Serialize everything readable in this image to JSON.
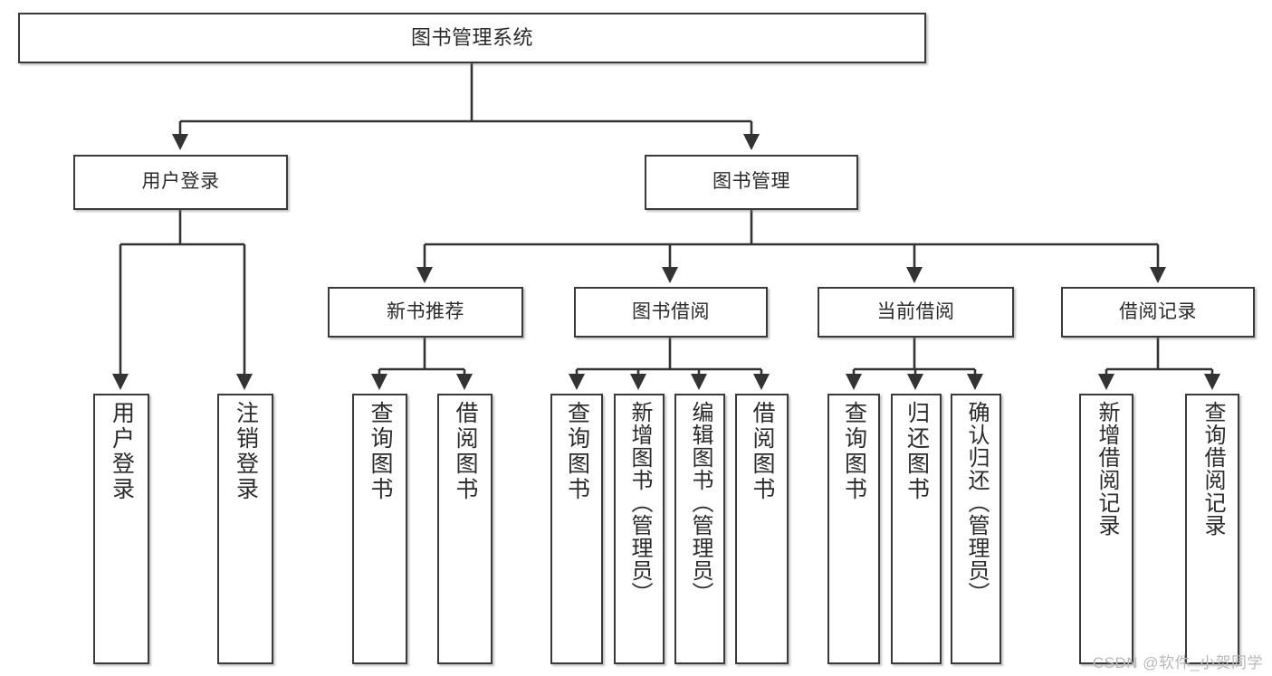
{
  "diagram": {
    "title": "图书管理系统",
    "type": "tree-hierarchy",
    "watermark": "CSDN @软件_小贺同学",
    "colors": {
      "background": "#ffffff",
      "box_border": "#3a3a3a",
      "box_fill": "#ffffff",
      "connector": "#333333",
      "text": "#2b2b2b",
      "watermark": "#b9b9b9"
    },
    "root": {
      "label": "图书管理系统"
    },
    "level1": [
      {
        "id": "user_login",
        "label": "用户登录"
      },
      {
        "id": "book_manage",
        "label": "图书管理"
      }
    ],
    "level2": [
      {
        "id": "new_book_rec",
        "label": "新书推荐",
        "parent": "book_manage"
      },
      {
        "id": "book_borrow",
        "label": "图书借阅",
        "parent": "book_manage"
      },
      {
        "id": "current_borrow",
        "label": "当前借阅",
        "parent": "book_manage"
      },
      {
        "id": "borrow_record",
        "label": "借阅记录",
        "parent": "book_manage"
      }
    ],
    "leaves": {
      "user_login": [
        {
          "label": "用户登录"
        },
        {
          "label": "注销登录"
        }
      ],
      "new_book_rec": [
        {
          "label": "查询图书"
        },
        {
          "label": "借阅图书"
        }
      ],
      "book_borrow": [
        {
          "label": "查询图书"
        },
        {
          "label": "新增图书（管理员）"
        },
        {
          "label": "编辑图书（管理员）"
        },
        {
          "label": "借阅图书"
        }
      ],
      "current_borrow": [
        {
          "label": "查询图书"
        },
        {
          "label": "归还图书"
        },
        {
          "label": "确认归还（管理员）"
        }
      ],
      "borrow_record": [
        {
          "label": "新增借阅记录"
        },
        {
          "label": "查询借阅记录"
        }
      ]
    }
  }
}
